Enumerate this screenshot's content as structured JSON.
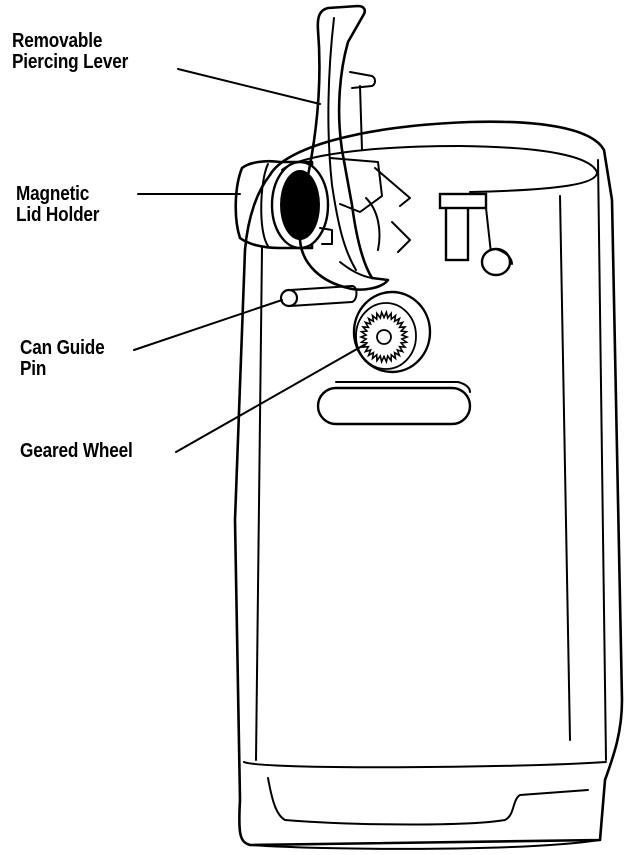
{
  "labels": {
    "piercing_lever": {
      "line1": "Removable",
      "line2": "Piercing Lever"
    },
    "lid_holder": {
      "line1": "Magnetic",
      "line2": "Lid Holder"
    },
    "guide_pin": {
      "line1": "Can Guide",
      "line2": "Pin"
    },
    "geared_wheel": {
      "line1": "Geared Wheel"
    }
  }
}
